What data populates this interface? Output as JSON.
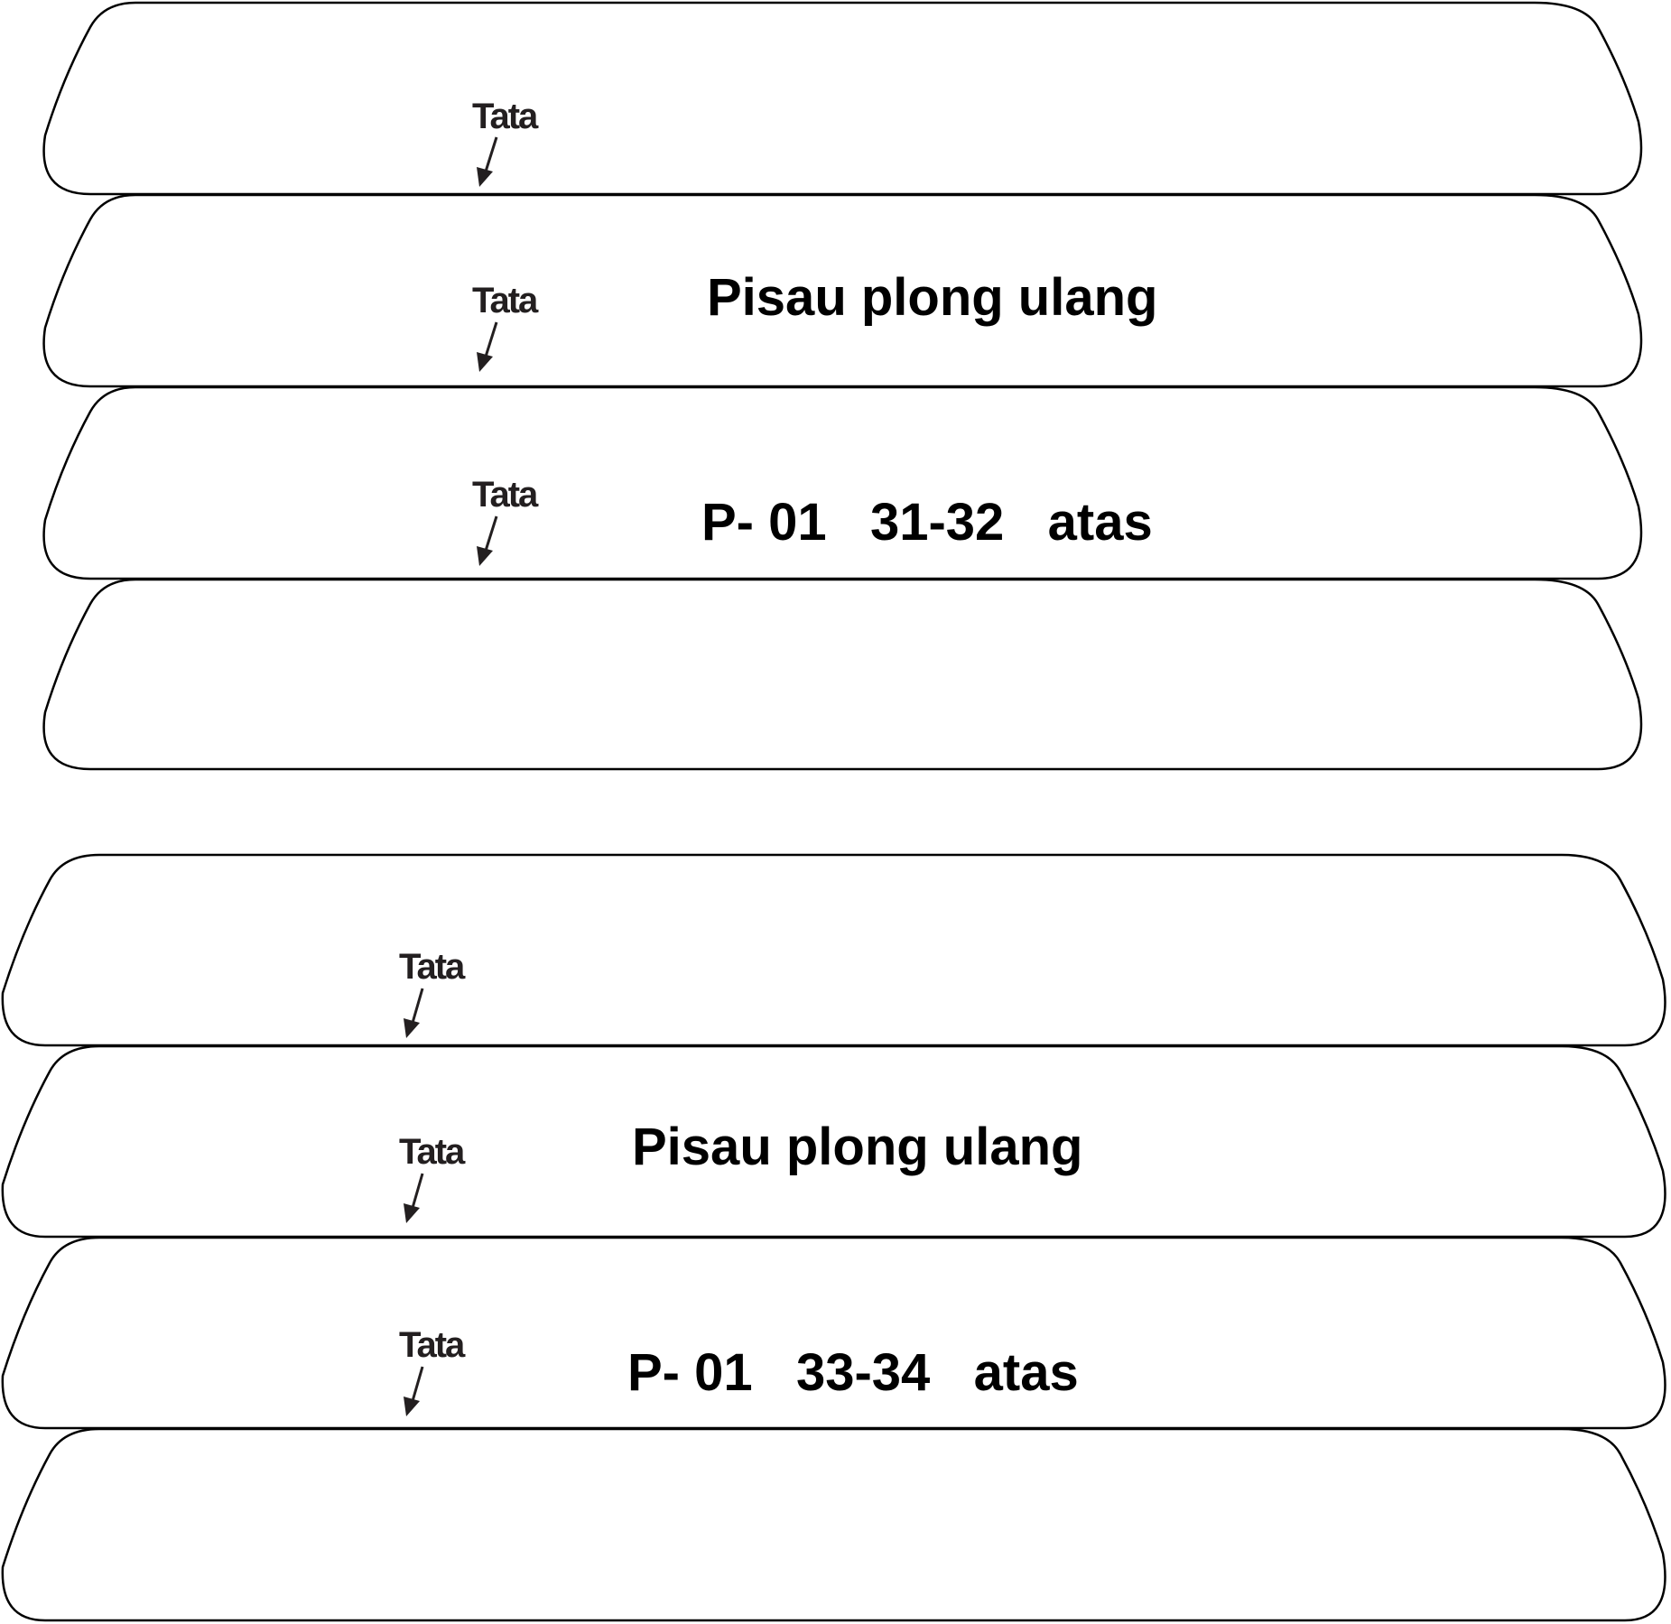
{
  "groups": [
    {
      "plates": [
        {
          "tata": "Tata",
          "main": ""
        },
        {
          "tata": "Tata",
          "main": "Pisau plong ulang"
        },
        {
          "tata": "Tata",
          "main": "P- 01   31-32   atas"
        },
        {
          "tata": "",
          "main": ""
        }
      ]
    },
    {
      "plates": [
        {
          "tata": "Tata",
          "main": ""
        },
        {
          "tata": "Tata",
          "main": "Pisau plong ulang"
        },
        {
          "tata": "Tata",
          "main": "P- 01   33-34   atas"
        },
        {
          "tata": "",
          "main": ""
        }
      ]
    }
  ],
  "colors": {
    "stroke": "#000000",
    "label": "#231f20",
    "background": "#ffffff"
  }
}
